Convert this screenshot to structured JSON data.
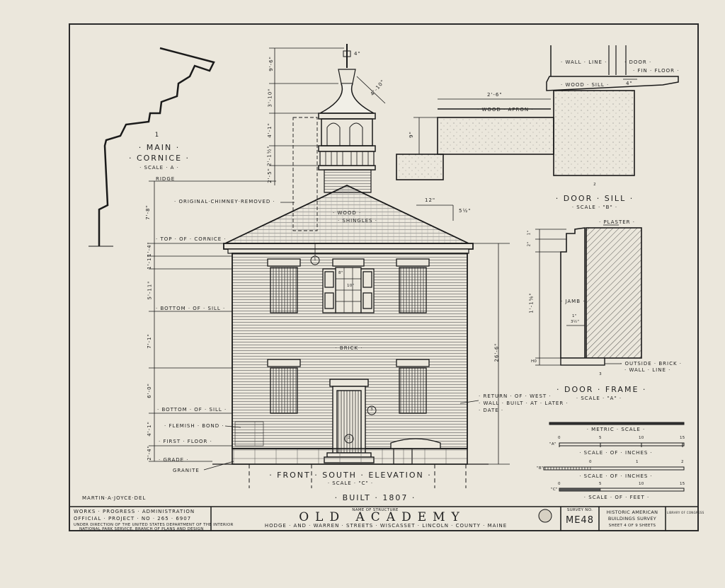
{
  "sheet": {
    "delineator": "MARTIN·A·JOYCE·DEL",
    "wpa_line1": "WORKS · PROGRESS · ADMINISTRATION",
    "wpa_line2": "OFFICIAL · PROJECT · NO · 265 · 6907",
    "wpa_line3": "UNDER DIRECTION OF THE UNITED STATES DEPARTMENT OF THE INTERIOR",
    "wpa_line4": "NATIONAL PARK SERVICE, BRANCH OF PLANS AND DESIGN",
    "name_caption": "NAME OF STRUCTURE",
    "structure_name": "OLD   ACADEMY",
    "address": "HODGE · AND · WARREN · STREETS · WISCASSET · LINCOLN · COUNTY · MAINE",
    "survey_caption": "SURVEY NO.",
    "survey_no": "ME48",
    "habs_line1": "HISTORIC AMERICAN",
    "habs_line2": "BUILDINGS SURVEY",
    "sheet_no": "SHEET 4 OF 9 SHEETS",
    "library_note": "LIBRARY OF CONGRESS"
  },
  "cornice": {
    "number": "1",
    "title1": "· MAIN ·",
    "title2": "· CORNICE ·",
    "scale": "· SCALE · A ·"
  },
  "elevation": {
    "title": "· FRONT · SOUTH · ELEVATION ·",
    "scale": "· SCALE · \"C\" ·",
    "built": "· BUILT · 1807 ·",
    "labels": {
      "ridge": "RIDGE",
      "chimney": "· ORIGINAL·CHIMNEY·REMOVED ·",
      "wood_shingles_1": "· WOOD ·",
      "wood_shingles_2": "· SHINGLES ·",
      "top_cornice": "· TOP · OF · CORNICE ·",
      "bottom_sill_1": "· BOTTOM · OF · SILL ·",
      "brick": "· BRICK ·",
      "bottom_sill_2": "· BOTTOM · OF · SILL ·",
      "flemish": "· FLEMISH · BOND ·",
      "first_floor": "· FIRST · FLOOR ·",
      "grade": "· GRADE ·",
      "granite": "GRANITE",
      "return_1": "· RETURN · OF · WEST ·",
      "return_2": "· WALL · BUILT · AT · LATER ·",
      "return_3": "· DATE ·",
      "pitch_12": "12\"",
      "pitch_5": "5½\""
    },
    "dims": [
      "4\"",
      "9'-6\"",
      "3'-10\"",
      "4'-1\"",
      "2'-1½\"",
      "2'-5\"",
      "7'-8\"",
      "1'-4\"",
      "1'-1\"",
      "5'-11\"",
      "7'-1\"",
      "6'-0\"",
      "4'-1\"",
      "2'-4\"",
      "4'-10\"",
      "26'-6\""
    ],
    "window_glass_1": "8\"",
    "window_glass_2": "10\"",
    "callouts": [
      "1",
      "2",
      "3"
    ]
  },
  "door_sill": {
    "number": "2",
    "title": "· DOOR · SILL ·",
    "scale": "· SCALE · \"B\" ·",
    "labels": {
      "wall_line": "· WALL · LINE ·",
      "door": "· DOOR ·",
      "fin_floor": "· FIN · FLOOR ·",
      "wood_sill": "· WOOD · SILL ·",
      "wood_apron": "· WOOD · APRON ·",
      "dim_26": "2'-6\"",
      "dim_9": "9\"",
      "dim_4": "4\""
    }
  },
  "door_frame": {
    "number": "3",
    "title": "· DOOR · FRAME ·",
    "scale": "· SCALE · \"A\" ·",
    "labels": {
      "plaster": "· PLASTER ·",
      "jamb": "· JAMB ·",
      "outside_brick_1": "· OUTSIDE · BRICK ·",
      "outside_brick_2": "· WALL · LINE ·",
      "dim_jamb": "1\"",
      "dim_jamb2": "3½\"",
      "dim_1": "1\"",
      "dim_2": "2\"",
      "dim_vert": "1'-1⅝\"",
      "dim_bottom": "H0"
    }
  },
  "scales": {
    "metric_title": "· METRIC · SCALE ·",
    "inches_title_a": "· SCALE · OF · INCHES ·",
    "inches_title_b": "· SCALE · OF · INCHES ·",
    "feet_title": "· SCALE · OF · FEET ·",
    "a_label": "\"A\"",
    "b_label": "\"B\"",
    "c_label": "\"C\"",
    "a_ticks": [
      "0",
      "5",
      "10",
      "15"
    ],
    "b_ticks": [
      "0",
      "1",
      "2"
    ],
    "c_ticks": [
      "0",
      "5",
      "10",
      "15"
    ]
  }
}
